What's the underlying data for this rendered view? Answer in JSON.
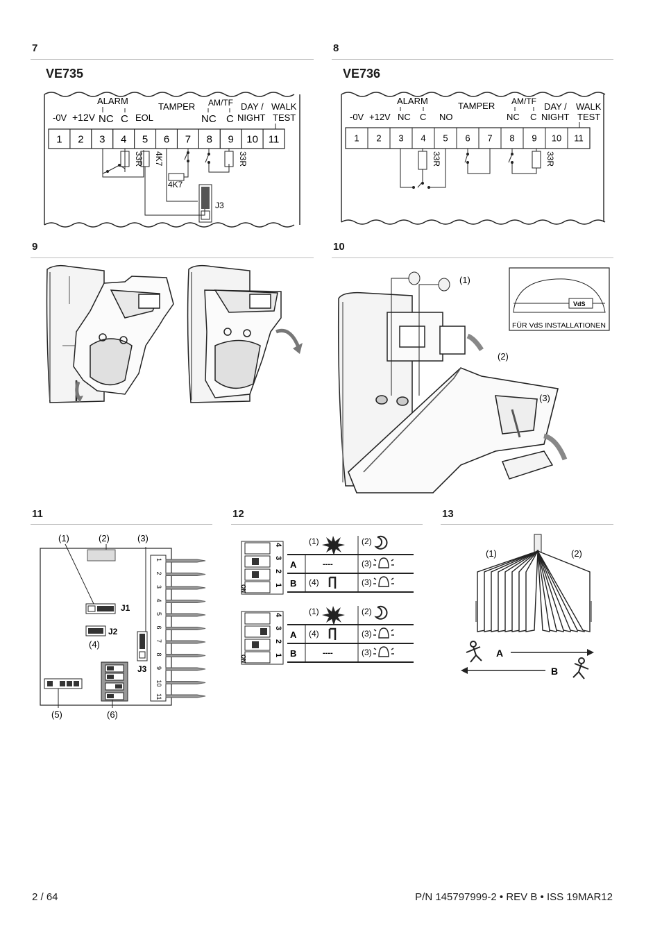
{
  "figures": {
    "f7": {
      "number": "7",
      "model": "VE735"
    },
    "f8": {
      "number": "8",
      "model": "VE736"
    },
    "f9": {
      "number": "9"
    },
    "f10": {
      "number": "10"
    },
    "f11": {
      "number": "11"
    },
    "f12": {
      "number": "12"
    },
    "f13": {
      "number": "13"
    }
  },
  "ve735": {
    "groups": {
      "alarm": "ALARM",
      "tamper": "TAMPER",
      "amtf": "AM/TF",
      "daynight": "DAY /",
      "daynight2": "NIGHT",
      "walk": "WALK",
      "walk2": "TEST"
    },
    "labels": {
      "v0": "-0V",
      "v12": "+12V",
      "nc": "NC",
      "c": "C",
      "eol": "EOL",
      "nc2": "NC",
      "c2": "C"
    },
    "terminals": [
      "1",
      "2",
      "3",
      "4",
      "5",
      "6",
      "7",
      "8",
      "9",
      "10",
      "11"
    ],
    "components": {
      "r33a": "33R",
      "r4k7a": "4K7",
      "r4k7b": "4K7",
      "r33b": "33R",
      "j3": "J3"
    }
  },
  "ve736": {
    "groups": {
      "alarm": "ALARM",
      "tamper": "TAMPER",
      "amtf": "AM/TF",
      "daynight": "DAY /",
      "daynight2": "NIGHT",
      "walk": "WALK",
      "walk2": "TEST"
    },
    "labels": {
      "v0": "-0V",
      "v12": "+12V",
      "nc": "NC",
      "c": "C",
      "no": "NO",
      "nc2": "NC",
      "c2": "C"
    },
    "terminals": [
      "1",
      "2",
      "3",
      "4",
      "5",
      "6",
      "7",
      "8",
      "9",
      "10",
      "11"
    ],
    "components": {
      "r33a": "33R",
      "r33b": "33R"
    }
  },
  "fig10": {
    "c1": "(1)",
    "c2": "(2)",
    "c3": "(3)",
    "vds_badge": "VdS",
    "vds_caption": "FÜR VdS INSTALLATIONEN"
  },
  "fig11": {
    "c1": "(1)",
    "c2": "(2)",
    "c3": "(3)",
    "c4": "(4)",
    "c5": "(5)",
    "c6": "(6)",
    "j1": "J1",
    "j2": "J2",
    "j3": "J3",
    "pins": [
      "1",
      "2",
      "3",
      "4",
      "5",
      "6",
      "7",
      "8",
      "9",
      "10",
      "11"
    ]
  },
  "fig12": {
    "on": "ON",
    "switch_nums": [
      "4",
      "3",
      "2",
      "1"
    ],
    "t1": {
      "c1": "(1)",
      "c2": "(2)",
      "rowA": "A",
      "rowB": "B",
      "a_val": "----",
      "a_c3": "(3)",
      "b_c4": "(4)",
      "b_c3": "(3)"
    },
    "t2": {
      "c1": "(1)",
      "c2": "(2)",
      "rowA": "A",
      "rowB": "B",
      "a_c4": "(4)",
      "a_c3": "(3)",
      "b_val": "----",
      "b_c3": "(3)"
    }
  },
  "fig13": {
    "c1": "(1)",
    "c2": "(2)",
    "dirA": "A",
    "dirB": "B"
  },
  "footer": {
    "page": "2 / 64",
    "partno": "P/N 145797999-2 • REV B • ISS 19MAR12"
  }
}
